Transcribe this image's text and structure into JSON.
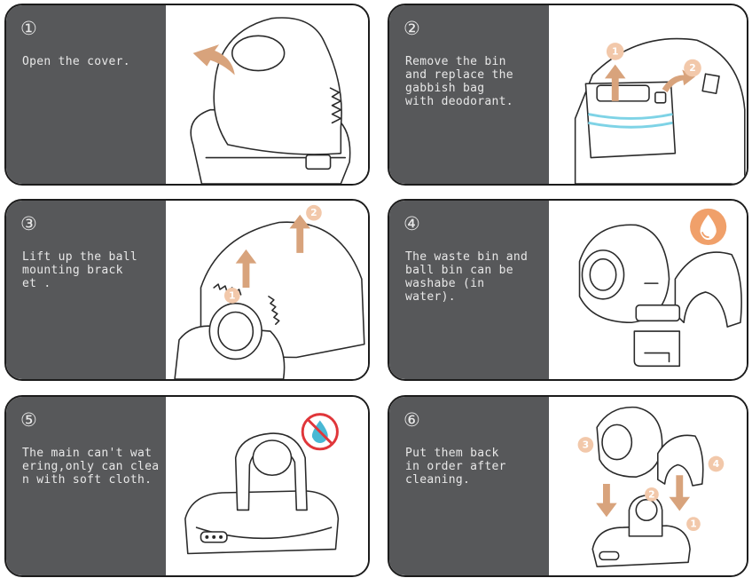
{
  "steps": [
    {
      "number": "①",
      "text": "Open the cover."
    },
    {
      "number": "②",
      "text": "Remove the bin\nand replace the\ngabbish bag\nwith deodorant."
    },
    {
      "number": "③",
      "text": "Lift up the ball\nmounting brack\net ."
    },
    {
      "number": "④",
      "text": "The waste bin and\nball bin can be\nwashabe (in\nwater)."
    },
    {
      "number": "⑤",
      "text": "The main can't wat\nering,only can clea\nn with soft cloth."
    },
    {
      "number": "⑥",
      "text": "Put them back\nin order after\ncleaning."
    }
  ],
  "callouts": {
    "step2": [
      "1",
      "2"
    ],
    "step3": [
      "1",
      "2"
    ],
    "step6": [
      "1",
      "2",
      "3",
      "4"
    ]
  },
  "colors": {
    "panel": "#57585a",
    "accent": "#d8a37c",
    "water_ok": "#f0a06a",
    "no_water": "#e0363a",
    "blue_band": "#7ed3e6"
  },
  "icons": {
    "water_ok": "water-drop-icon",
    "no_water": "no-water-icon"
  }
}
